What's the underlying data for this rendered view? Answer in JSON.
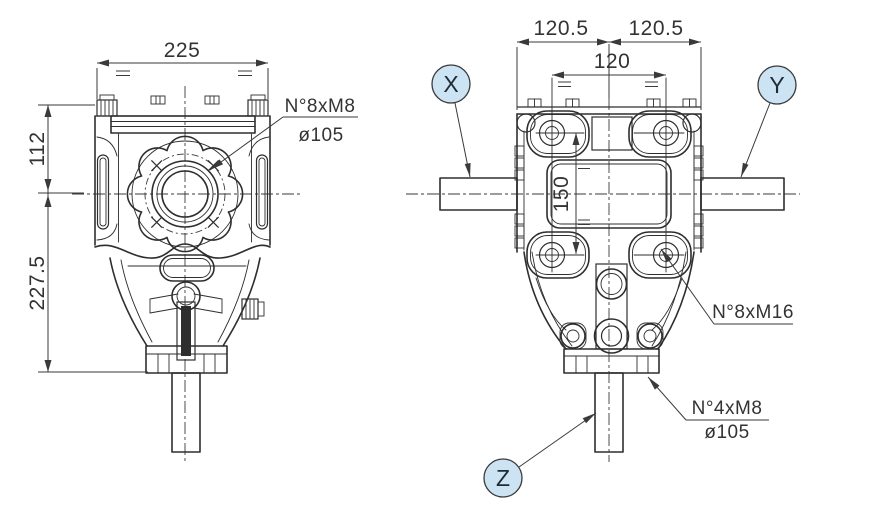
{
  "drawing": {
    "title": "gearbox-two-view-dimensional-drawing",
    "colors": {
      "line": "#2e2e2e",
      "text": "#333333",
      "balloon_fill": "#cbe3f3",
      "balloon_stroke": "#3a3a3a"
    },
    "front_view": {
      "dim_width": "225",
      "dim_upper_height": "112",
      "dim_lower_height": "227.5",
      "callout_bolts_line1": "N°8xM8",
      "callout_bolts_line2": "ø105"
    },
    "side_view": {
      "dim_half_left": "120.5",
      "dim_half_right": "120.5",
      "dim_bolt_span": "120",
      "dim_bolt_height": "150",
      "callout_rear_bolts": "N°8xM16",
      "callout_bottom_line1": "N°4xM8",
      "callout_bottom_line2": "ø105",
      "balloon_x": "X",
      "balloon_y": "Y",
      "balloon_z": "Z"
    }
  }
}
